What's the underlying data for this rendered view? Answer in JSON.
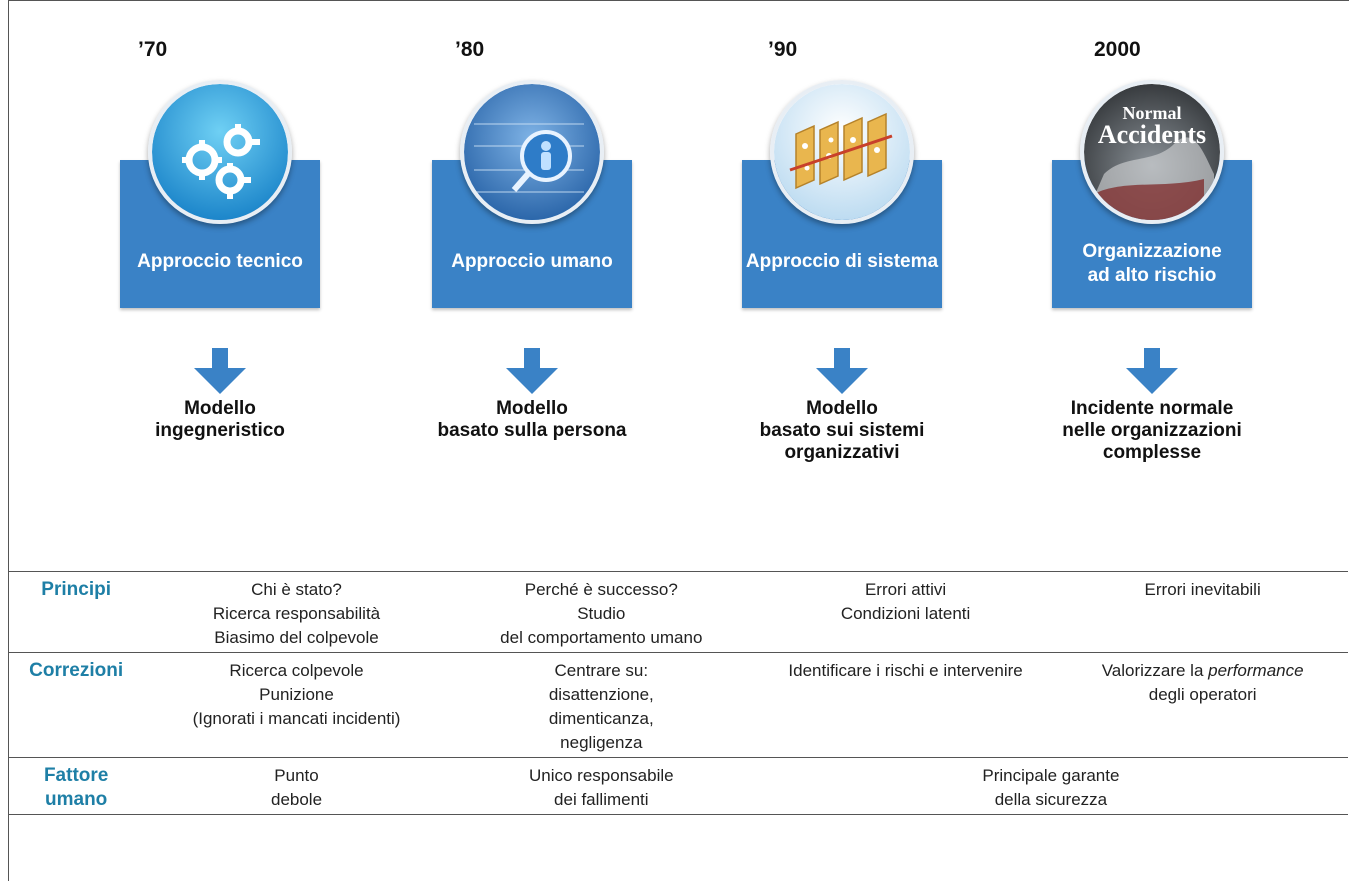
{
  "eras": [
    {
      "year": "’70",
      "box_label": [
        "Approccio tecnico"
      ],
      "model": [
        "Modello",
        "ingegneristico"
      ],
      "icon": "gears-icon"
    },
    {
      "year": "’80",
      "box_label": [
        "Approccio umano"
      ],
      "model": [
        "Modello",
        "basato sulla persona"
      ],
      "icon": "person-magnifier-icon"
    },
    {
      "year": "’90",
      "box_label": [
        "Approccio di sistema"
      ],
      "model": [
        "Modello",
        "basato sui sistemi",
        "organizzativi"
      ],
      "icon": "swiss-cheese-icon"
    },
    {
      "year": "2000",
      "box_label": [
        "Organizzazione",
        "ad alto rischio"
      ],
      "model": [
        "Incidente normale",
        "nelle organizzazioni",
        "complesse"
      ],
      "icon": "normal-accidents-book-icon",
      "book_title": [
        "Normal",
        "Accidents"
      ]
    }
  ],
  "table": {
    "rows": [
      {
        "header": [
          "Principi"
        ],
        "cells": [
          [
            "Chi è stato?",
            "Ricerca responsabilità",
            "Biasimo del colpevole"
          ],
          [
            "Perché è successo?",
            "Studio",
            "del comportamento umano"
          ],
          [
            "Errori attivi",
            "Condizioni latenti"
          ],
          [
            "Errori inevitabili"
          ]
        ]
      },
      {
        "header": [
          "Correzioni"
        ],
        "cells": [
          [
            "Ricerca colpevole",
            "Punizione",
            "(Ignorati i mancati incidenti)"
          ],
          [
            "Centrare su:",
            "disattenzione,",
            "dimenticanza,",
            "negligenza"
          ],
          [
            "Identificare i rischi e intervenire"
          ],
          [
            "Valorizzare la performance",
            "degli operatori"
          ]
        ]
      },
      {
        "header": [
          "Fattore",
          "umano"
        ],
        "cells": [
          [
            "Punto",
            "debole"
          ],
          [
            "Unico responsabile",
            "dei fallimenti"
          ],
          [
            "Principale garante",
            "della sicurezza"
          ]
        ],
        "last_cell_colspan": 2
      }
    ]
  },
  "colors": {
    "box": "#3a82c6",
    "arrow": "#3a82c6",
    "row_header": "#1e7fa6"
  }
}
